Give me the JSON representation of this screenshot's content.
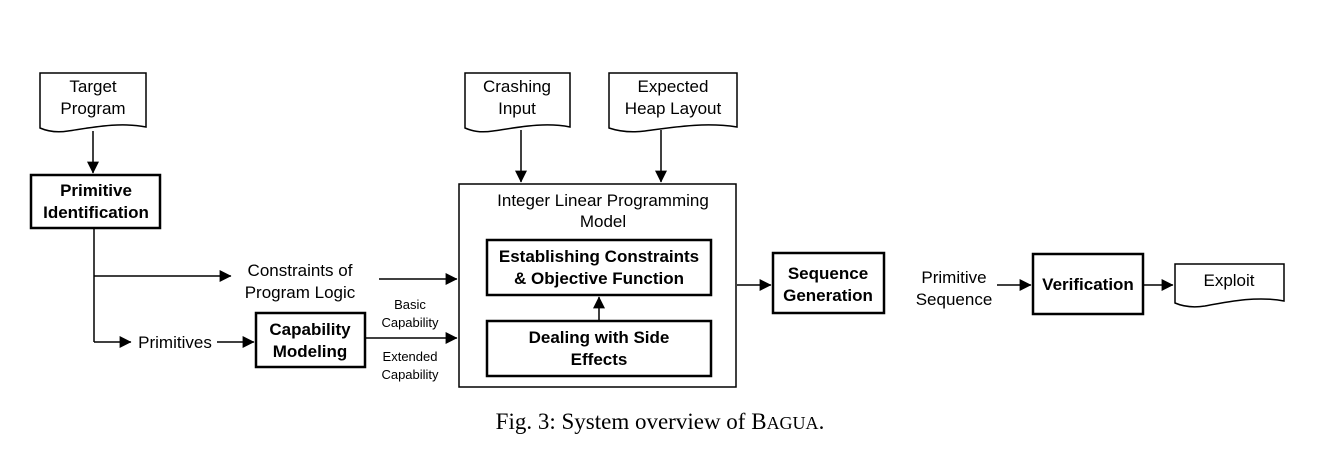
{
  "documents": {
    "target_program": [
      "Target",
      "Program"
    ],
    "crashing_input": [
      "Crashing",
      "Input"
    ],
    "expected_heap_layout": [
      "Expected",
      "Heap Layout"
    ],
    "exploit": [
      "Exploit"
    ]
  },
  "boxes": {
    "primitive_identification": [
      "Primitive",
      "Identification"
    ],
    "capability_modeling": [
      "Capability",
      "Modeling"
    ],
    "ilp_model": [
      "Integer Linear Programming",
      "Model"
    ],
    "establishing_constraints": [
      "Establishing Constraints",
      "& Objective Function"
    ],
    "dealing_side_effects": [
      "Dealing with Side",
      "Effects"
    ],
    "sequence_generation": [
      "Sequence",
      "Generation"
    ],
    "verification": [
      "Verification"
    ]
  },
  "labels": {
    "constraints_program_logic": [
      "Constraints of",
      "Program Logic"
    ],
    "primitives": [
      "Primitives"
    ],
    "basic_capability": [
      "Basic",
      "Capability"
    ],
    "extended_capability": [
      "Extended",
      "Capability"
    ],
    "primitive_sequence": [
      "Primitive",
      "Sequence"
    ]
  },
  "caption": {
    "prefix": "Fig. 3: System overview of ",
    "name_initial": "B",
    "name_rest": "AGUA",
    "suffix": "."
  }
}
